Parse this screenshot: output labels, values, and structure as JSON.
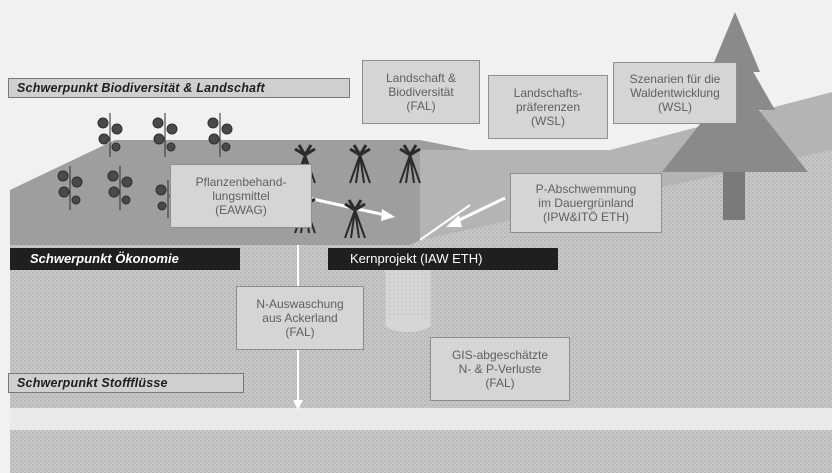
{
  "focus_labels": {
    "biodiversity": "Schwerpunkt Biodiversität & Landschaft",
    "economics": "Schwerpunkt Ökonomie",
    "fluxes": "Schwerpunkt Stoffflüsse"
  },
  "core_project": "Kernprojekt (IAW ETH)",
  "boxes": {
    "landscape_biodiversity": [
      "Landschaft &",
      "Biodiversität",
      "(FAL)"
    ],
    "landscape_preferences": [
      "Landschafts-",
      "präferenzen",
      "(WSL)"
    ],
    "forest_scenarios": [
      "Szenarien für die",
      "Waldentwicklung",
      "(WSL)"
    ],
    "pesticides": [
      "Pflanzenbehand-",
      "lungsmittel",
      "(EAWAG)"
    ],
    "p_runoff": [
      "P-Abschwemmung",
      "im Dauergrünland",
      "(IPW&ITÖ ETH)"
    ],
    "n_leaching": [
      "N-Auswaschung",
      "aus Ackerland",
      "(FAL)"
    ],
    "gis_losses": [
      "GIS-abgeschätzte",
      "N- & P-Verluste",
      "(FAL)"
    ]
  }
}
